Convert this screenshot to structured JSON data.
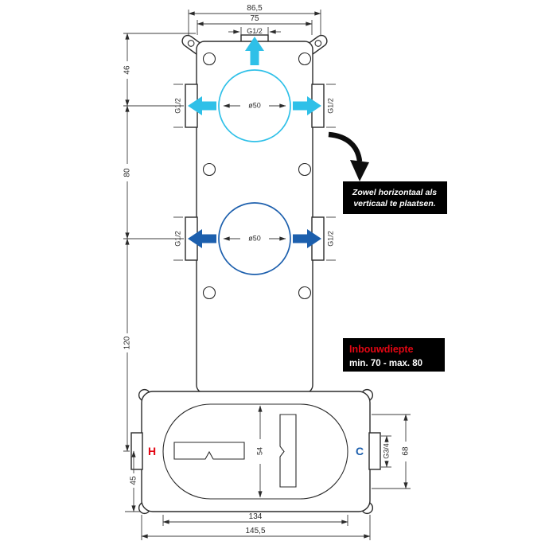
{
  "drawing": {
    "type": "technical-drawing",
    "dims": {
      "top_outer_width": "86,5",
      "top_hole_spacing": "75",
      "top_port_thread": "G1/2",
      "top_to_port1": "46",
      "port1_to_port2": "80",
      "port2_to_base": "120",
      "base_axis_to_bottom": "45",
      "port1_diameter": "ø50",
      "port2_diameter": "ø50",
      "port1_left_thread": "G1/2",
      "port1_right_thread": "G1/2",
      "port2_left_thread": "G1/2",
      "port2_right_thread": "G1/2",
      "cartridge_height": "54",
      "base_port_thread": "G3/4",
      "base_height": "68",
      "base_hole_spacing": "134",
      "base_outer_width": "145,5"
    },
    "labels": {
      "hot": "H",
      "cold": "C"
    },
    "note": {
      "line1": "Zowel horizontaal als",
      "line2": "verticaal te plaatsen."
    },
    "depth": {
      "title": "Inbouwdiepte",
      "range": "min. 70 - max. 80"
    },
    "colors": {
      "cyan": "#2fc0e8",
      "blue": "#1c5fad",
      "red": "#e30613",
      "ink": "#2b2b2b"
    }
  }
}
